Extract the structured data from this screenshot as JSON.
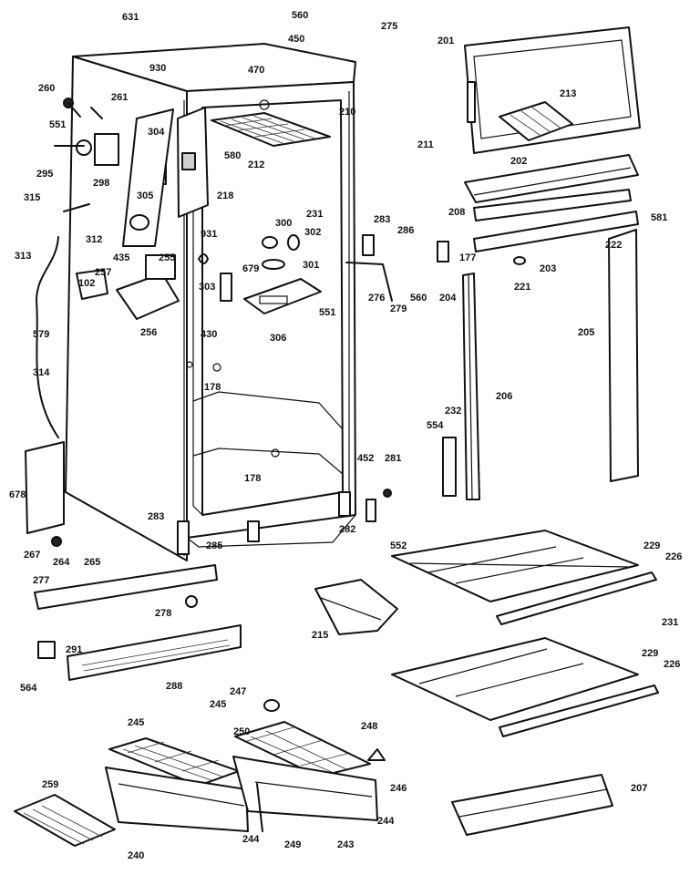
{
  "labels": {
    "l631": "631",
    "l560a": "560",
    "l275": "275",
    "l450": "450",
    "l201": "201",
    "l930": "930",
    "l470": "470",
    "l213": "213",
    "l260": "260",
    "l261": "261",
    "l210": "210",
    "l551a": "551",
    "l304": "304",
    "l580": "580",
    "l212": "212",
    "l211": "211",
    "l295": "295",
    "l298": "298",
    "l202": "202",
    "l218": "218",
    "l305": "305",
    "l315": "315",
    "l231a": "231",
    "l208": "208",
    "l581": "581",
    "l312": "312",
    "l300": "300",
    "l283a": "283",
    "l286": "286",
    "l222": "222",
    "l931": "931",
    "l302": "302",
    "l177": "177",
    "l203": "203",
    "l313": "313",
    "l435": "435",
    "l255": "255",
    "l679": "679",
    "l301": "301",
    "l257": "257",
    "l276": "276",
    "l221": "221",
    "l102": "102",
    "l303": "303",
    "l560b": "560",
    "l204": "204",
    "l279": "279",
    "l551b": "551",
    "l256": "256",
    "l306": "306",
    "l205": "205",
    "l579": "579",
    "l430": "430",
    "l314": "314",
    "l178a": "178",
    "l206": "206",
    "l232": "232",
    "l554": "554",
    "l452": "452",
    "l281": "281",
    "l178b": "178",
    "l678": "678",
    "l283b": "283",
    "l282": "282",
    "l552": "552",
    "l229a": "229",
    "l226a": "226",
    "l267": "267",
    "l264": "264",
    "l265": "265",
    "l285": "285",
    "l277": "277",
    "l278": "278",
    "l215": "215",
    "l231b": "231",
    "l291": "291",
    "l564": "564",
    "l288": "288",
    "l229b": "229",
    "l226b": "226",
    "l247": "247",
    "l245a": "245",
    "l245b": "245",
    "l248": "248",
    "l250": "250",
    "l259": "259",
    "l246": "246",
    "l207": "207",
    "l240": "240",
    "l244a": "244",
    "l249": "249",
    "l243": "243",
    "l244b": "244"
  }
}
